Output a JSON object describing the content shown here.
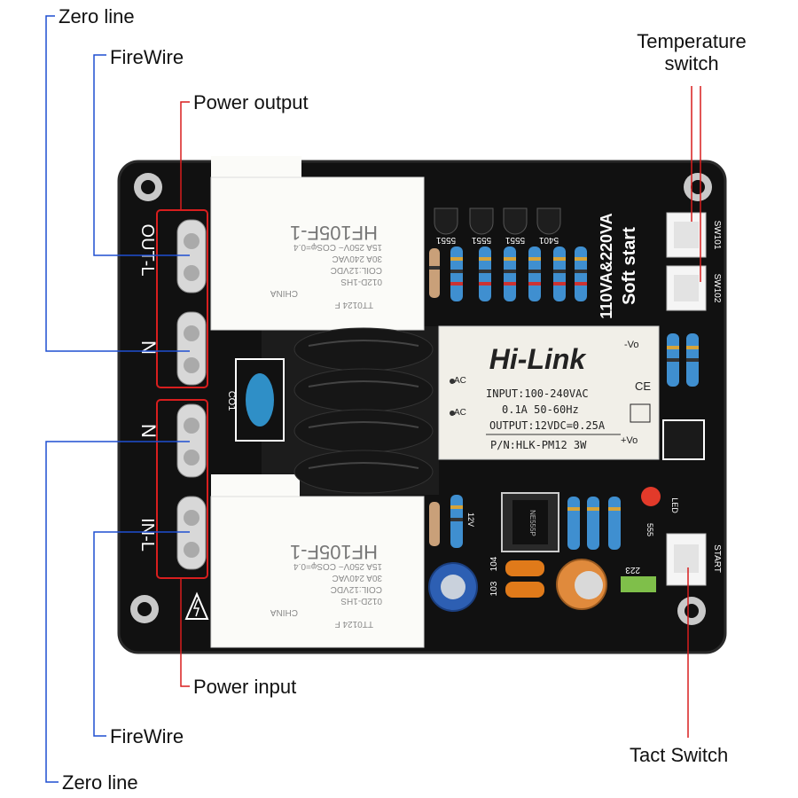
{
  "callouts": {
    "zero_line_top": "Zero line",
    "firewire_top": "FireWire",
    "power_output": "Power output",
    "temperature_switch_line1": "Temperature",
    "temperature_switch_line2": "switch",
    "power_input": "Power input",
    "firewire_bottom": "FireWire",
    "zero_line_bottom": "Zero line",
    "tact_switch": "Tact Switch"
  },
  "board": {
    "side_labels": [
      "OUT-L",
      "N",
      "N",
      "IN-L"
    ],
    "module_brand": "Hi-Link",
    "module_lines": [
      "INPUT:100-240VAC",
      "0.1A 50-60Hz",
      "OUTPUT:12VDC=0.25A",
      "P/N:HLK-PM12 3W"
    ],
    "module_pins": [
      "AC",
      "AC",
      "-Vo",
      "+Vo"
    ],
    "module_ce": "CE",
    "soft_start_line1": "110VA&220VA",
    "soft_start_line2": "Soft start",
    "relay_model": "HF105F-1",
    "relay_specs": [
      "012D-1HS",
      "COIL:12VDC",
      "30A 240VAC",
      "15A 250V~ COSφ=0.4",
      "CHINA"
    ],
    "relay_code": "TT0124 F",
    "connectors": [
      "SW101",
      "SW102",
      "START"
    ],
    "capacitor_label": "CO1",
    "transistors": [
      "5551",
      "5551",
      "5551",
      "5401"
    ],
    "ic_markings": [
      "NE555P"
    ],
    "misc_labels": [
      "12V",
      "LED",
      "103",
      "104",
      "223",
      "555"
    ],
    "colors": {
      "pcb": "#111111",
      "pcb_edge": "#2a2a2a",
      "red_box": "#d81e1e",
      "callout_line": "#1f4fd1",
      "module_body": "#f1efe8",
      "relay_body": "#fbfbf8"
    }
  }
}
